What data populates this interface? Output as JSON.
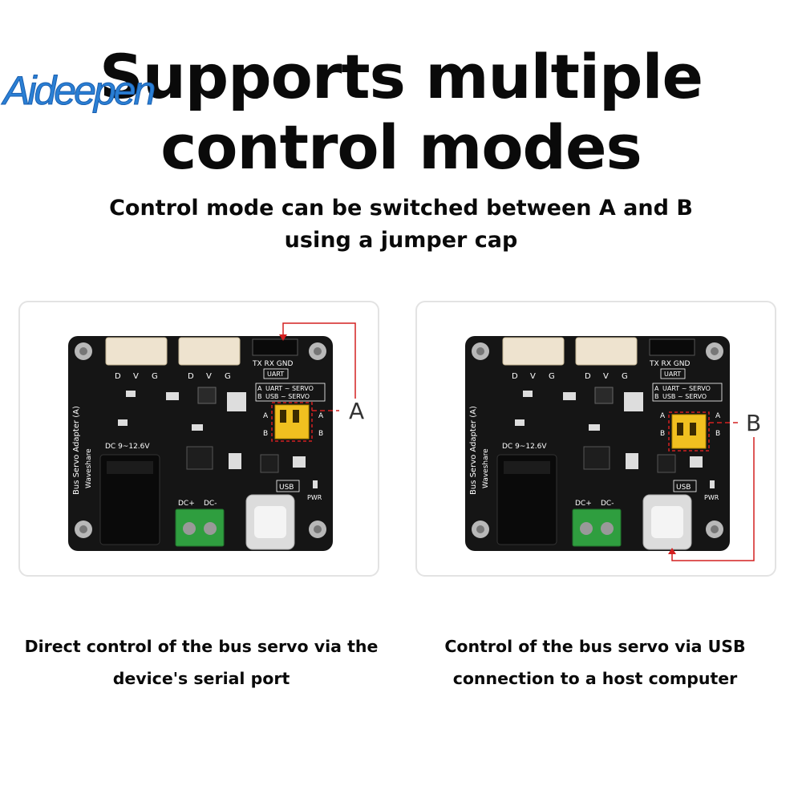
{
  "brand": {
    "name": "Aideepen"
  },
  "headline": {
    "line1": "Supports multiple",
    "line2": "control modes"
  },
  "subhead": {
    "line1": "Control mode can be switched between A and B",
    "line2": "using a jumper cap"
  },
  "board": {
    "connector_pins": [
      "D",
      "V",
      "G"
    ],
    "uart_pins": "TX  RX  GND",
    "uart_label": "UART",
    "mode_a_label": "UART ~ SERVO",
    "mode_b_label": "USB ~ SERVO",
    "product_name": "Bus Servo Adapter (A)",
    "maker": "Waveshare",
    "voltage": "DC 9~12.6V",
    "terminal_plus": "DC+",
    "terminal_minus": "DC-",
    "usb_label": "USB",
    "pwr_label": "PWR",
    "row_a": "A",
    "row_b": "B"
  },
  "panels": [
    {
      "callout": "A",
      "caption_line1": "Direct control of the bus servo via the",
      "caption_line2": "device's serial port"
    },
    {
      "callout": "B",
      "caption_line1": "Control of the bus servo via USB",
      "caption_line2": "connection to a host computer"
    }
  ],
  "colors": {
    "board": "#151515",
    "jumper": "#f0c020",
    "callout_line": "#d42020",
    "terminal": "#2f9e3f"
  }
}
